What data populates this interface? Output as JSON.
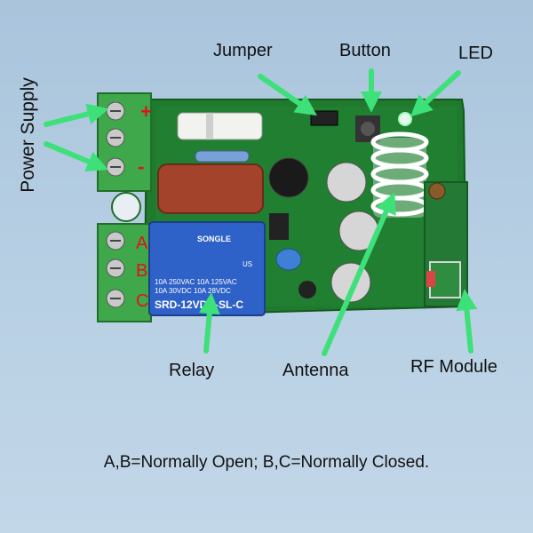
{
  "labels": {
    "power_supply": "Power Supply",
    "jumper": "Jumper",
    "button": "Button",
    "led": "LED",
    "relay": "Relay",
    "antenna": "Antenna",
    "rf_module": "RF Module"
  },
  "terminals": {
    "plus": "+",
    "minus": "-",
    "a": "A",
    "b": "B",
    "c": "C"
  },
  "relay_text": {
    "brand": "SONGLE",
    "rating_1": "10A 250VAC 10A 125VAC",
    "rating_2": "10A 30VDC 10A 28VDC",
    "model": "SRD-12VDC-SL-C",
    "us_mark": "US"
  },
  "caption": "A,B=Normally Open; B,C=Normally Closed.",
  "colors": {
    "arrow": "#3ee07a",
    "pcb": "#1f7a2e",
    "terminal_block": "#3fa84a",
    "relay": "#2f62c8",
    "capacitor_x": "#a4432b",
    "terminal_text": "#e0121c"
  }
}
